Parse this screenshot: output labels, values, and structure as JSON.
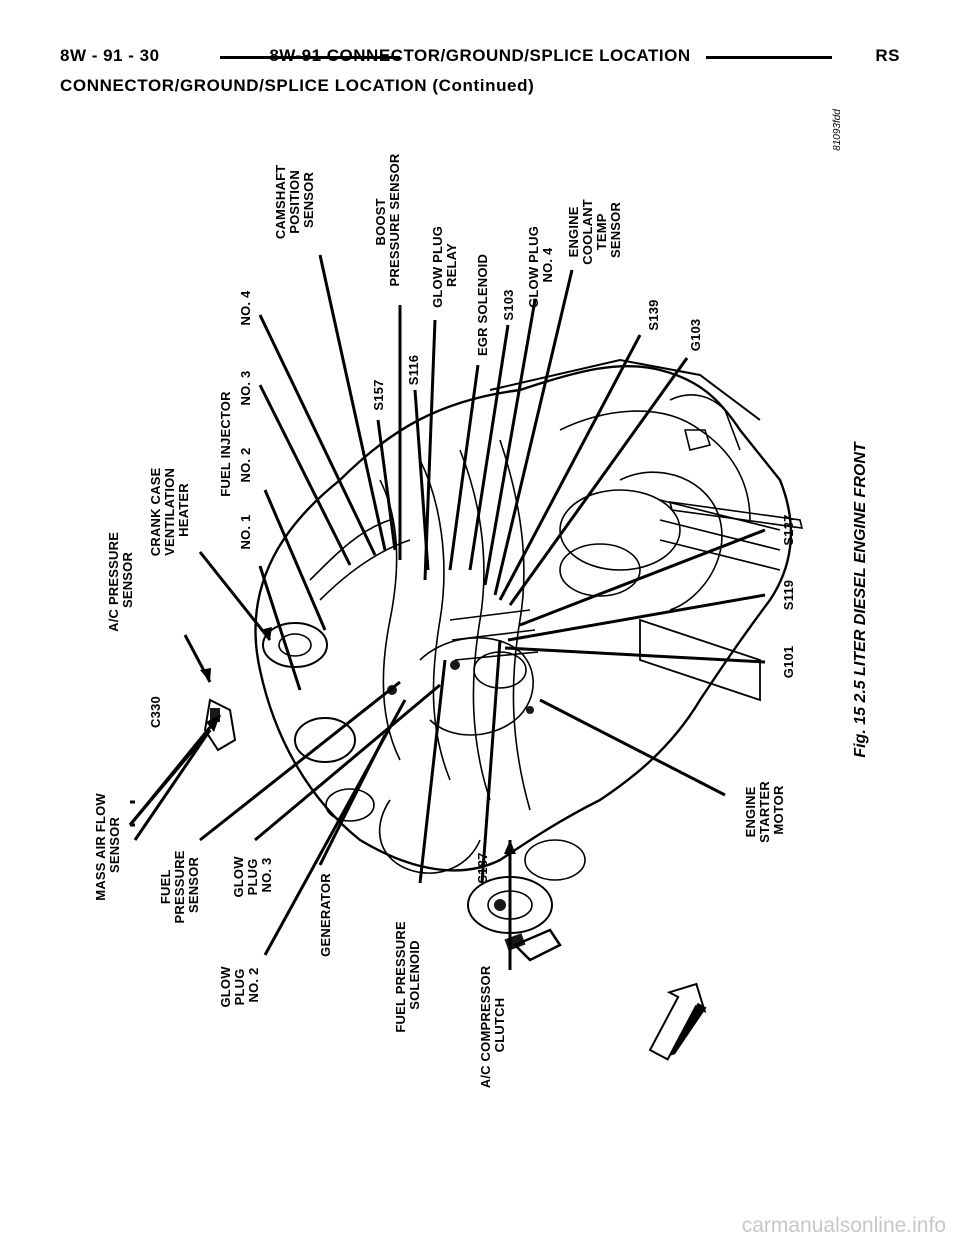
{
  "header": {
    "left": "8W - 91 - 30",
    "center": "8W-91 CONNECTOR/GROUND/SPLICE LOCATION",
    "right": "RS"
  },
  "subtitle": "CONNECTOR/GROUND/SPLICE LOCATION (Continued)",
  "figure": {
    "caption": "Fig. 15 2.5 LITER DIESEL ENGINE FRONT",
    "ref_code": "81093fdd",
    "labels": {
      "mass_air_flow": [
        "MASS AIR FLOW",
        "SENSOR"
      ],
      "c330": [
        "C330"
      ],
      "ac_pressure": [
        "A/C PRESSURE",
        "SENSOR"
      ],
      "crank_case": [
        "CRANK CASE",
        "VENTILATION",
        "HEATER"
      ],
      "fuel_injector": [
        "FUEL INJECTOR"
      ],
      "no1": [
        "NO. 1"
      ],
      "no2": [
        "NO. 2"
      ],
      "no3": [
        "NO. 3"
      ],
      "no4": [
        "NO. 4"
      ],
      "camshaft": [
        "CAMSHAFT",
        "POSITION",
        "SENSOR"
      ],
      "s157": [
        "S157"
      ],
      "boost": [
        "BOOST",
        "PRESSURE SENSOR"
      ],
      "s116": [
        "S116"
      ],
      "glow_plug_relay": [
        "GLOW PLUG",
        "RELAY"
      ],
      "egr_solenoid": [
        "EGR SOLENOID"
      ],
      "s103": [
        "S103"
      ],
      "glow_plug_4": [
        "GLOW PLUG",
        "NO. 4"
      ],
      "coolant": [
        "ENGINE",
        "COOLANT",
        "TEMP",
        "SENSOR"
      ],
      "s139": [
        "S139"
      ],
      "g103": [
        "G103"
      ],
      "fuel_pressure_sensor": [
        "FUEL",
        "PRESSURE",
        "SENSOR"
      ],
      "glow_plug_3": [
        "GLOW",
        "PLUG",
        "NO. 3"
      ],
      "glow_plug_2": [
        "GLOW",
        "PLUG",
        "NO. 2"
      ],
      "generator": [
        "GENERATOR"
      ],
      "fuel_pressure_solenoid": [
        "FUEL PRESSURE",
        "SOLENOID"
      ],
      "s187": [
        "S187"
      ],
      "ac_compressor": [
        "A/C COMPRESSOR",
        "CLUTCH"
      ],
      "starter": [
        "ENGINE",
        "STARTER",
        "MOTOR"
      ],
      "g101": [
        "G101"
      ],
      "s119": [
        "S119"
      ],
      "s137": [
        "S137"
      ]
    }
  },
  "watermark": "carmanualsonline.info"
}
